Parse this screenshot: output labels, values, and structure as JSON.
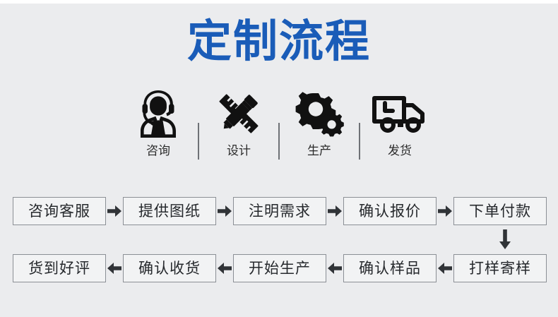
{
  "page": {
    "title": "定制流程",
    "title_color": "#1a5cb8",
    "background_color": "#ebecee",
    "box_fill_color": "#f2f3f4",
    "box_border_color": "#8b8f95"
  },
  "icon_strip": {
    "items": [
      {
        "icon": "headset-agent-icon",
        "label": "咨询"
      },
      {
        "icon": "pencil-ruler-icon",
        "label": "设计"
      },
      {
        "icon": "gears-icon",
        "label": "生产"
      },
      {
        "icon": "delivery-truck-icon",
        "label": "发货"
      }
    ]
  },
  "flow": {
    "row1": {
      "direction": "right",
      "arrow_glyph": "➡",
      "steps": [
        {
          "label": "咨询客服"
        },
        {
          "label": "提供图纸"
        },
        {
          "label": "注明需求"
        },
        {
          "label": "确认报价"
        },
        {
          "label": "下单付款"
        }
      ]
    },
    "connector": {
      "icon": "arrow-down-icon",
      "direction": "down"
    },
    "row2": {
      "direction": "left",
      "arrow_glyph": "⬅",
      "steps": [
        {
          "label": "货到好评"
        },
        {
          "label": "确认收货"
        },
        {
          "label": "开始生产"
        },
        {
          "label": "确认样品"
        },
        {
          "label": "打样寄样"
        }
      ]
    }
  }
}
